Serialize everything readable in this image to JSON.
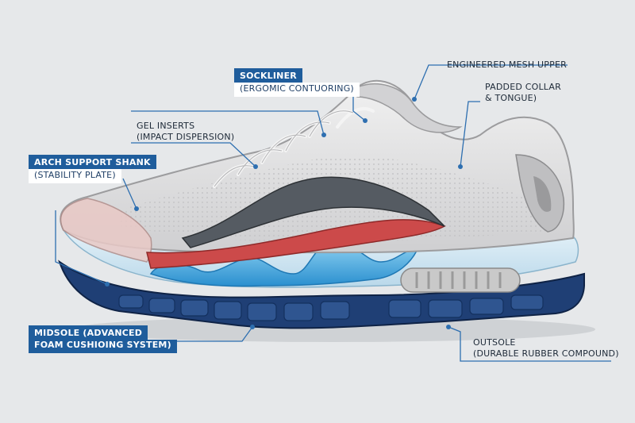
{
  "colors": {
    "background": "#e6e8ea",
    "label_box": "#1f5d9c",
    "leader_line": "#2e6fb0",
    "outsole": "#1f3f75",
    "midsole_light": "#cfe6f2",
    "gel": "#3ea6dc",
    "red_layer": "#cc4a4a",
    "shank": "#555b62",
    "upper": "#dcdcdc"
  },
  "labels": {
    "sockliner": {
      "title": "SOCKLINER",
      "sub": "(ERGOMIC CONTUORING)"
    },
    "gel_inserts": {
      "title": "GEL INSERTS",
      "sub": "(IMPACT DISPERSION)"
    },
    "arch_support": {
      "title": "ARCH SUPPORT SHANK",
      "sub": "(STABILITY PLATE)"
    },
    "midsole": {
      "line1": "MIDSOLE (ADVANCED",
      "line2": "FOAM CUSHIOING SYSTEM)"
    },
    "engineered_mesh": {
      "title": "ENGINEERED MESH UPPER"
    },
    "padded_collar": {
      "line1": "PADDED COLLAR",
      "line2": "& TONGUE)"
    },
    "outsole": {
      "title": "OUTSOLE",
      "sub": "(DURABLE RUBBER COMPOUND)"
    }
  }
}
